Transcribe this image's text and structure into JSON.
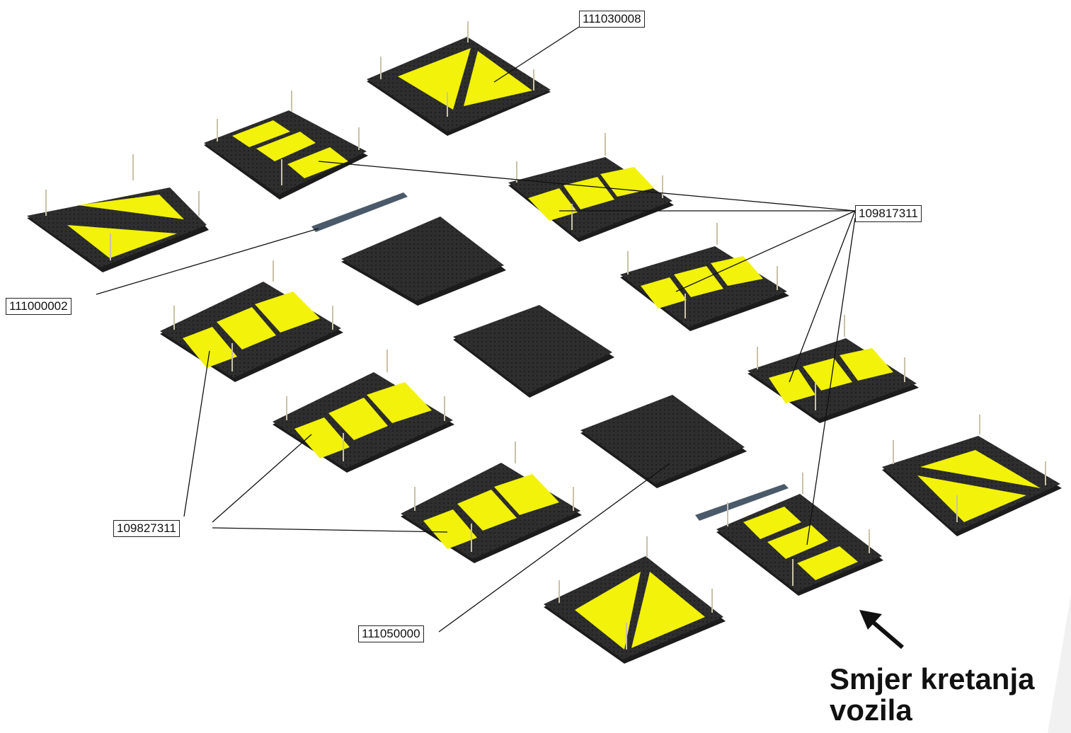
{
  "part_labels": {
    "corner_triangle_piece": "111030008",
    "side_strip_piece_a": "109817311",
    "connector_bar": "111000002",
    "side_strip_piece_b": "109827311",
    "center_plain_piece": "111050000"
  },
  "direction_text": "Smjer kretanja vozila",
  "colors": {
    "rubber": "#2b2b2b",
    "rubber_edge": "#1a1a1a",
    "reflector": "#f2f20a",
    "bar": "#4a5a6a",
    "leader_line": "#111111",
    "arrow": "#111111"
  }
}
